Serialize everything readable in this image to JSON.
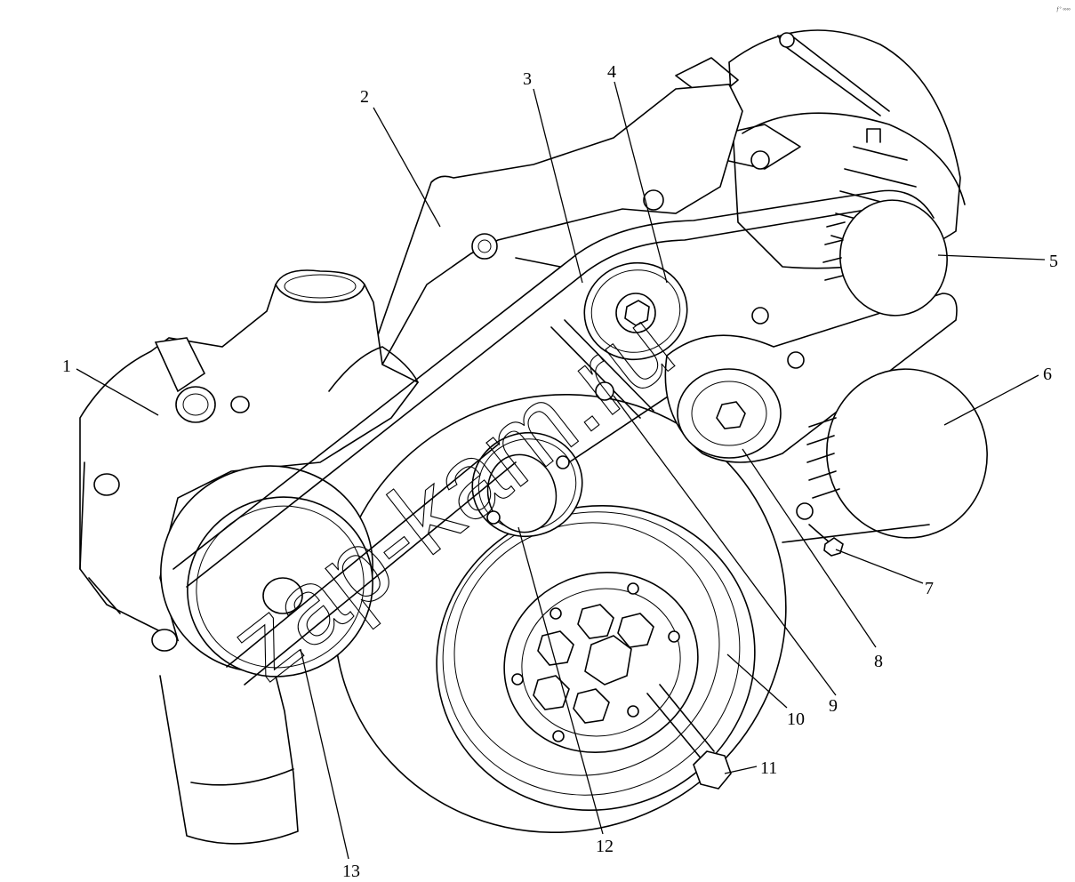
{
  "callouts": [
    {
      "id": 1,
      "label": "1"
    },
    {
      "id": 2,
      "label": "2"
    },
    {
      "id": 3,
      "label": "3"
    },
    {
      "id": 4,
      "label": "4"
    },
    {
      "id": 5,
      "label": "5"
    },
    {
      "id": 6,
      "label": "6"
    },
    {
      "id": 7,
      "label": "7"
    },
    {
      "id": 8,
      "label": "8"
    },
    {
      "id": 9,
      "label": "9"
    },
    {
      "id": 10,
      "label": "10"
    },
    {
      "id": 11,
      "label": "11"
    },
    {
      "id": 12,
      "label": "12"
    },
    {
      "id": 13,
      "label": "13"
    }
  ],
  "watermark": "zap-kam.ru",
  "corner_mark": "ƒ° ∞∞"
}
